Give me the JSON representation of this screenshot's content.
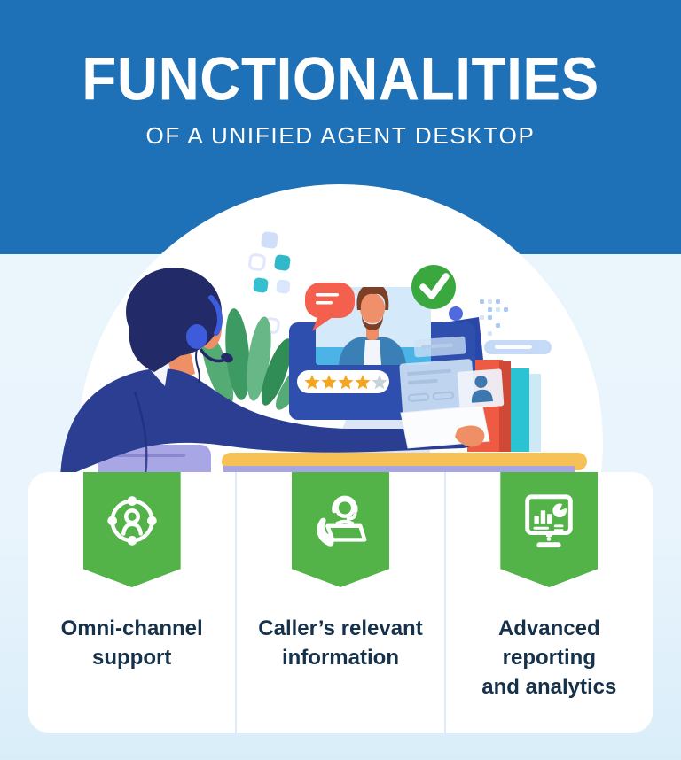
{
  "colors": {
    "header_bg": "#1e70b7",
    "page_bg": "#ecf6fc",
    "ribbon_green": "#53b348",
    "card_text": "#16314a",
    "card_bg": "#ffffff"
  },
  "header": {
    "title": "FUNCTIONALITIES",
    "subtitle": "OF A UNIFIED AGENT DESKTOP"
  },
  "illustration": {
    "name": "agent-at-desk-on-video-call",
    "rating": {
      "stars_filled": 4,
      "stars_total": 5
    }
  },
  "cards": [
    {
      "icon": "omni-channel-icon",
      "label": "Omni-channel\nsupport"
    },
    {
      "icon": "caller-info-icon",
      "label": "Caller’s relevant\ninformation"
    },
    {
      "icon": "analytics-icon",
      "label": "Advanced\nreporting\nand analytics"
    }
  ]
}
